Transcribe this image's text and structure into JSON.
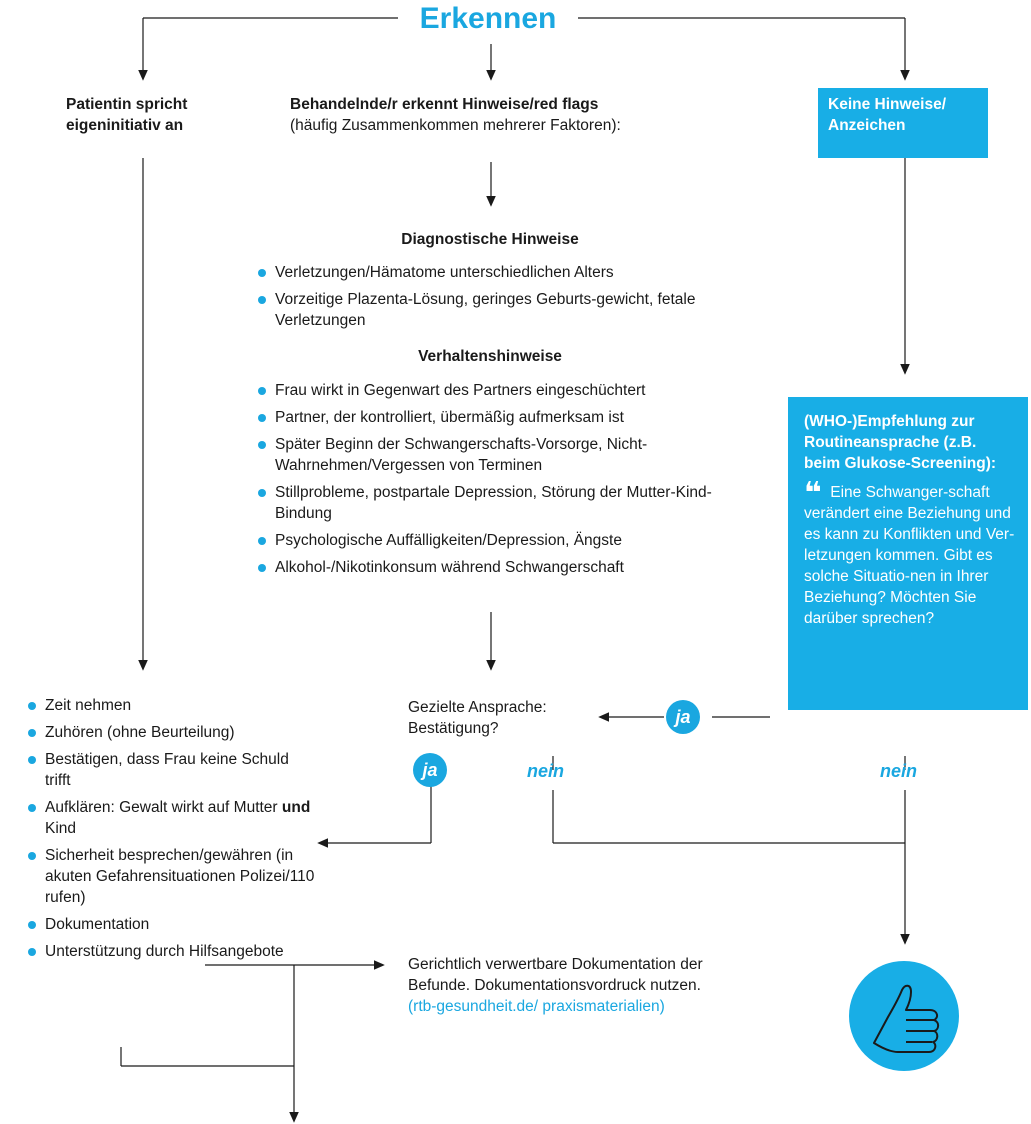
{
  "title": "Erkennen",
  "col_left_heading": "Patientin spricht eigeninitiativ an",
  "col_mid_heading_bold": "Behandelnde/r erkennt Hinweise/red flags",
  "col_mid_heading_sub": "(häufig Zusammenkommen mehrerer Faktoren):",
  "col_right_box": "Keine Hinweise/ Anzeichen",
  "diagnostic": {
    "heading": "Diagnostische Hinweise",
    "items": [
      "Verletzungen/Hämatome unterschiedlichen Alters",
      "Vorzeitige Plazenta-Lösung, geringes Geburts-gewicht, fetale Verletzungen"
    ]
  },
  "behavior": {
    "heading": "Verhaltenshinweise",
    "items": [
      "Frau wirkt in Gegenwart des Partners eingeschüchtert",
      "Partner, der kontrolliert, übermäßig aufmerksam ist",
      "Später Beginn der Schwangerschafts-Vorsorge, Nicht-Wahrnehmen/Vergessen von Terminen",
      "Stillprobleme, postpartale Depression, Störung der Mutter-Kind-Bindung",
      "Psychologische Auffälligkeiten/Depression, Ängste",
      "Alkohol-/Nikotinkonsum während Schwangerschaft"
    ]
  },
  "who_box": {
    "heading": "(WHO-)Empfehlung zur Routineansprache (z.B. beim Glukose-Screening):",
    "quote_mark": "❝",
    "quote": "Eine Schwanger-schaft verändert eine Beziehung und es kann zu Konflikten und Ver-letzungen kommen. Gibt es solche Situatio-nen in Ihrer Beziehung? Möchten Sie darüber sprechen?"
  },
  "targeted": "Gezielte Ansprache: Bestätigung?",
  "ja_label": "ja",
  "nein_label": "nein",
  "actions": {
    "items": [
      {
        "text": "Zeit nehmen"
      },
      {
        "text": "Zuhören (ohne Beurteilung)"
      },
      {
        "text": "Bestätigen, dass Frau keine Schuld trifft"
      },
      {
        "pre": "Aufklären: Gewalt wirkt auf Mutter ",
        "bold": "und",
        "post": " Kind"
      },
      {
        "text": "Sicherheit besprechen/gewähren (in akuten Gefahrensituationen Polizei/110 rufen)"
      },
      {
        "text": "Dokumentation"
      },
      {
        "text": "Unterstützung durch Hilfsangebote"
      }
    ]
  },
  "documentation": {
    "text": "Gerichtlich verwertbare Dokumentation der Befunde. Dokumentationsvordruck nutzen.",
    "link": "(rtb-gesundheit.de/ praxismaterialien)"
  },
  "colors": {
    "accent": "#1aa7e0",
    "box": "#18aee6"
  }
}
